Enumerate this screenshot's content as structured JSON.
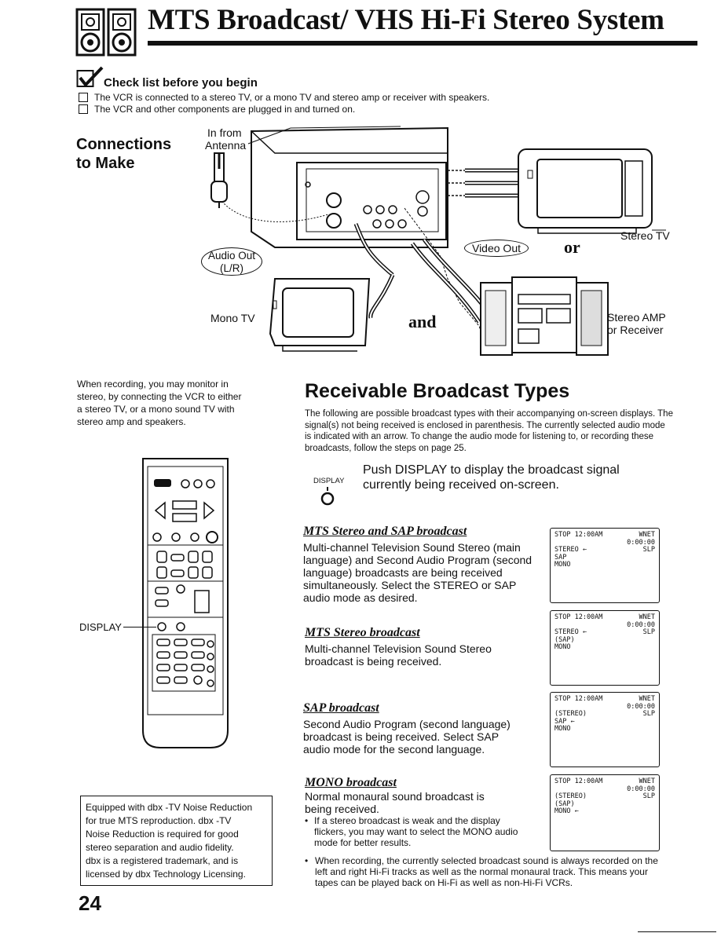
{
  "header": {
    "title": "MTS Broadcast/ VHS Hi-Fi Stereo System"
  },
  "checklist": {
    "title": "Check list before you begin",
    "items": [
      "The VCR is connected to a stereo TV, or a mono TV and stereo amp or receiver with speakers.",
      "The VCR and other components are plugged in and turned on."
    ]
  },
  "connections": {
    "title_line1": "Connections",
    "title_line2": "to Make",
    "in_from_line1": "In from",
    "in_from_line2": "Antenna",
    "audio_out_line1": "Audio Out",
    "audio_out_line2": "(L/R)",
    "video_out": "Video Out",
    "or_word": "or",
    "and_word": "and",
    "stereo_tv": "Stereo TV",
    "mono_tv": "Mono TV",
    "stereo_amp_line1": "Stereo AMP",
    "stereo_amp_line2": "or Receiver"
  },
  "side_note": "When recording, you may monitor in stereo, by connecting the VCR to either a stereo TV, or a mono sound TV with stereo amp and speakers.",
  "remote": {
    "display_label": "DISPLAY"
  },
  "dbx_note": {
    "line1": "Equipped with dbx -TV Noise Reduction",
    "line2": "for true MTS reproduction. dbx -TV",
    "line3": "Noise Reduction is required for good",
    "line4": "stereo separation and audio fidelity.",
    "line5": "dbx is a registered trademark, and is",
    "line6": "licensed by dbx Technology Licensing."
  },
  "page_number": "24",
  "receivable": {
    "title": "Receivable Broadcast Types",
    "intro": "The following are possible broadcast types with their accompanying on-screen displays. The signal(s) not being received is enclosed in parenthesis. The currently selected audio mode is indicated with an arrow. To change the audio mode for listening to, or recording these broadcasts, follow the steps on page 25.",
    "push_text": "Push DISPLAY to display the broadcast signal currently being received on-screen.",
    "display_button_label": "DISPLAY"
  },
  "sections": [
    {
      "title": "MTS Stereo and SAP broadcast",
      "body": "Multi-channel Television Sound Stereo (main language) and Second Audio Program (second language) broadcasts are being received simultaneously. Select the STEREO or SAP audio mode as desired."
    },
    {
      "title": "MTS Stereo broadcast",
      "body": "Multi-channel Television Sound Stereo broadcast is being received."
    },
    {
      "title": "SAP broadcast",
      "body": "Second Audio Program (second language) broadcast is being received. Select SAP audio mode for the second language."
    },
    {
      "title": "MONO broadcast",
      "body": "Normal monaural sound broadcast is being received.",
      "bullet": "If a stereo broadcast is weak and the display flickers, you may want to select the MONO audio mode for better results."
    }
  ],
  "screens": [
    {
      "l1": "STOP   12:00AM",
      "r1": "WNET",
      "time": "0:00:00",
      "speed": "SLP",
      "a": "STEREO ←",
      "b": "SAP",
      "c": "MONO"
    },
    {
      "l1": "STOP   12:00AM",
      "r1": "WNET",
      "time": "0:00:00",
      "speed": "SLP",
      "a": "STEREO ←",
      "b": "(SAP)",
      "c": "MONO"
    },
    {
      "l1": "STOP   12:00AM",
      "r1": "WNET",
      "time": "0:00:00",
      "speed": "SLP",
      "a": "(STEREO)",
      "b": "SAP  ←",
      "c": "MONO"
    },
    {
      "l1": "STOP   12:00AM",
      "r1": "WNET",
      "time": "0:00:00",
      "speed": "SLP",
      "a": "(STEREO)",
      "b": "(SAP)",
      "c": "MONO  ←"
    }
  ],
  "final_bullet": "When recording, the currently selected broadcast sound is always recorded on the left and right Hi-Fi tracks as well as the normal monaural track. This means your tapes can be played back on Hi-Fi as well as non-Hi-Fi VCRs."
}
